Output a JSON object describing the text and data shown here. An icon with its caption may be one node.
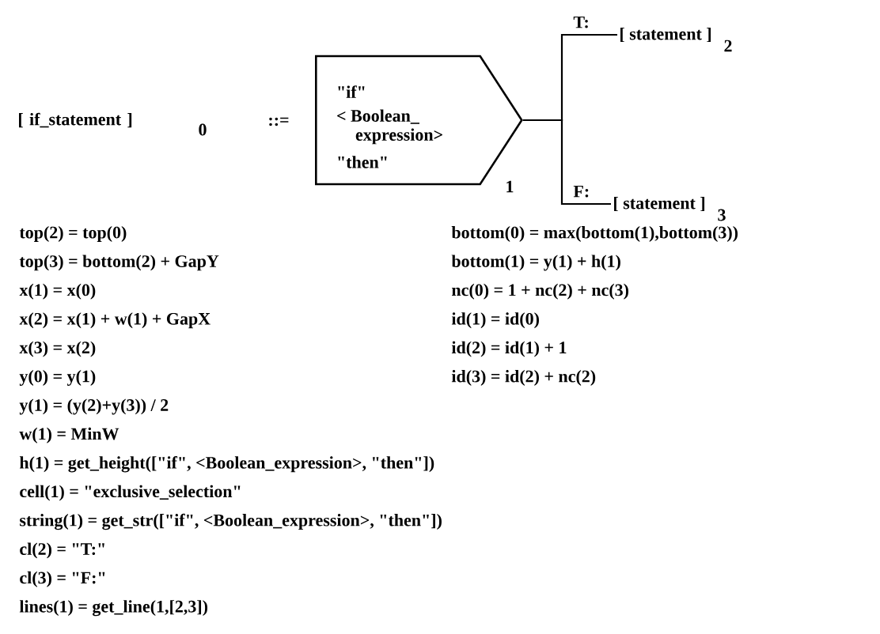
{
  "diagram": {
    "nodes": [
      {
        "text": [
          "[ if_statement ]"
        ],
        "beside": [
          "0"
        ]
      },
      {
        "text": [
          "\"if\"",
          "< Boolean_ expression>",
          "\"then\""
        ],
        "beside": [
          "1"
        ]
      },
      {
        "text": [
          "[ statement ]"
        ],
        "beside": [
          "2"
        ]
      },
      {
        "text": [
          "[ statement ]"
        ],
        "beside": [
          "3"
        ]
      }
    ],
    "edges": [
      {
        "from": 1,
        "to": 2,
        "arrow": "none",
        "label": "T:"
      },
      {
        "from": 1,
        "to": 3,
        "arrow": "none",
        "label": "F:"
      }
    ],
    "labels": [
      "::=",
      "top(2) = top(0)",
      "top(3) = bottom(2) + GapY",
      "x(1) = x(0)",
      "x(2) = x(1) + w(1) + GapX",
      "x(3) = x(2)",
      "y(0) = y(1)",
      "y(1) = (y(2)+y(3)) / 2",
      "w(1) = MinW",
      "h(1) = get_height([\"if\", <Boolean_expression>, \"then\"])",
      "cell(1) = \"exclusive_selection\"",
      "string(1) = get_str([\"if\", <Boolean_expression>, \"then\"])",
      "cl(2) = \"T:\"",
      "cl(3) = \"F:\"",
      "lines(1) = get_line(1,[2,3])",
      "bottom(0) = max(bottom(1),bottom(3))",
      "bottom(1) = y(1) + h(1)",
      "nc(0) = 1 + nc(2) + nc(3)",
      "id(1) = id(0)",
      "id(2) = id(1) + 1",
      "id(3) = id(2) + nc(2)"
    ]
  }
}
